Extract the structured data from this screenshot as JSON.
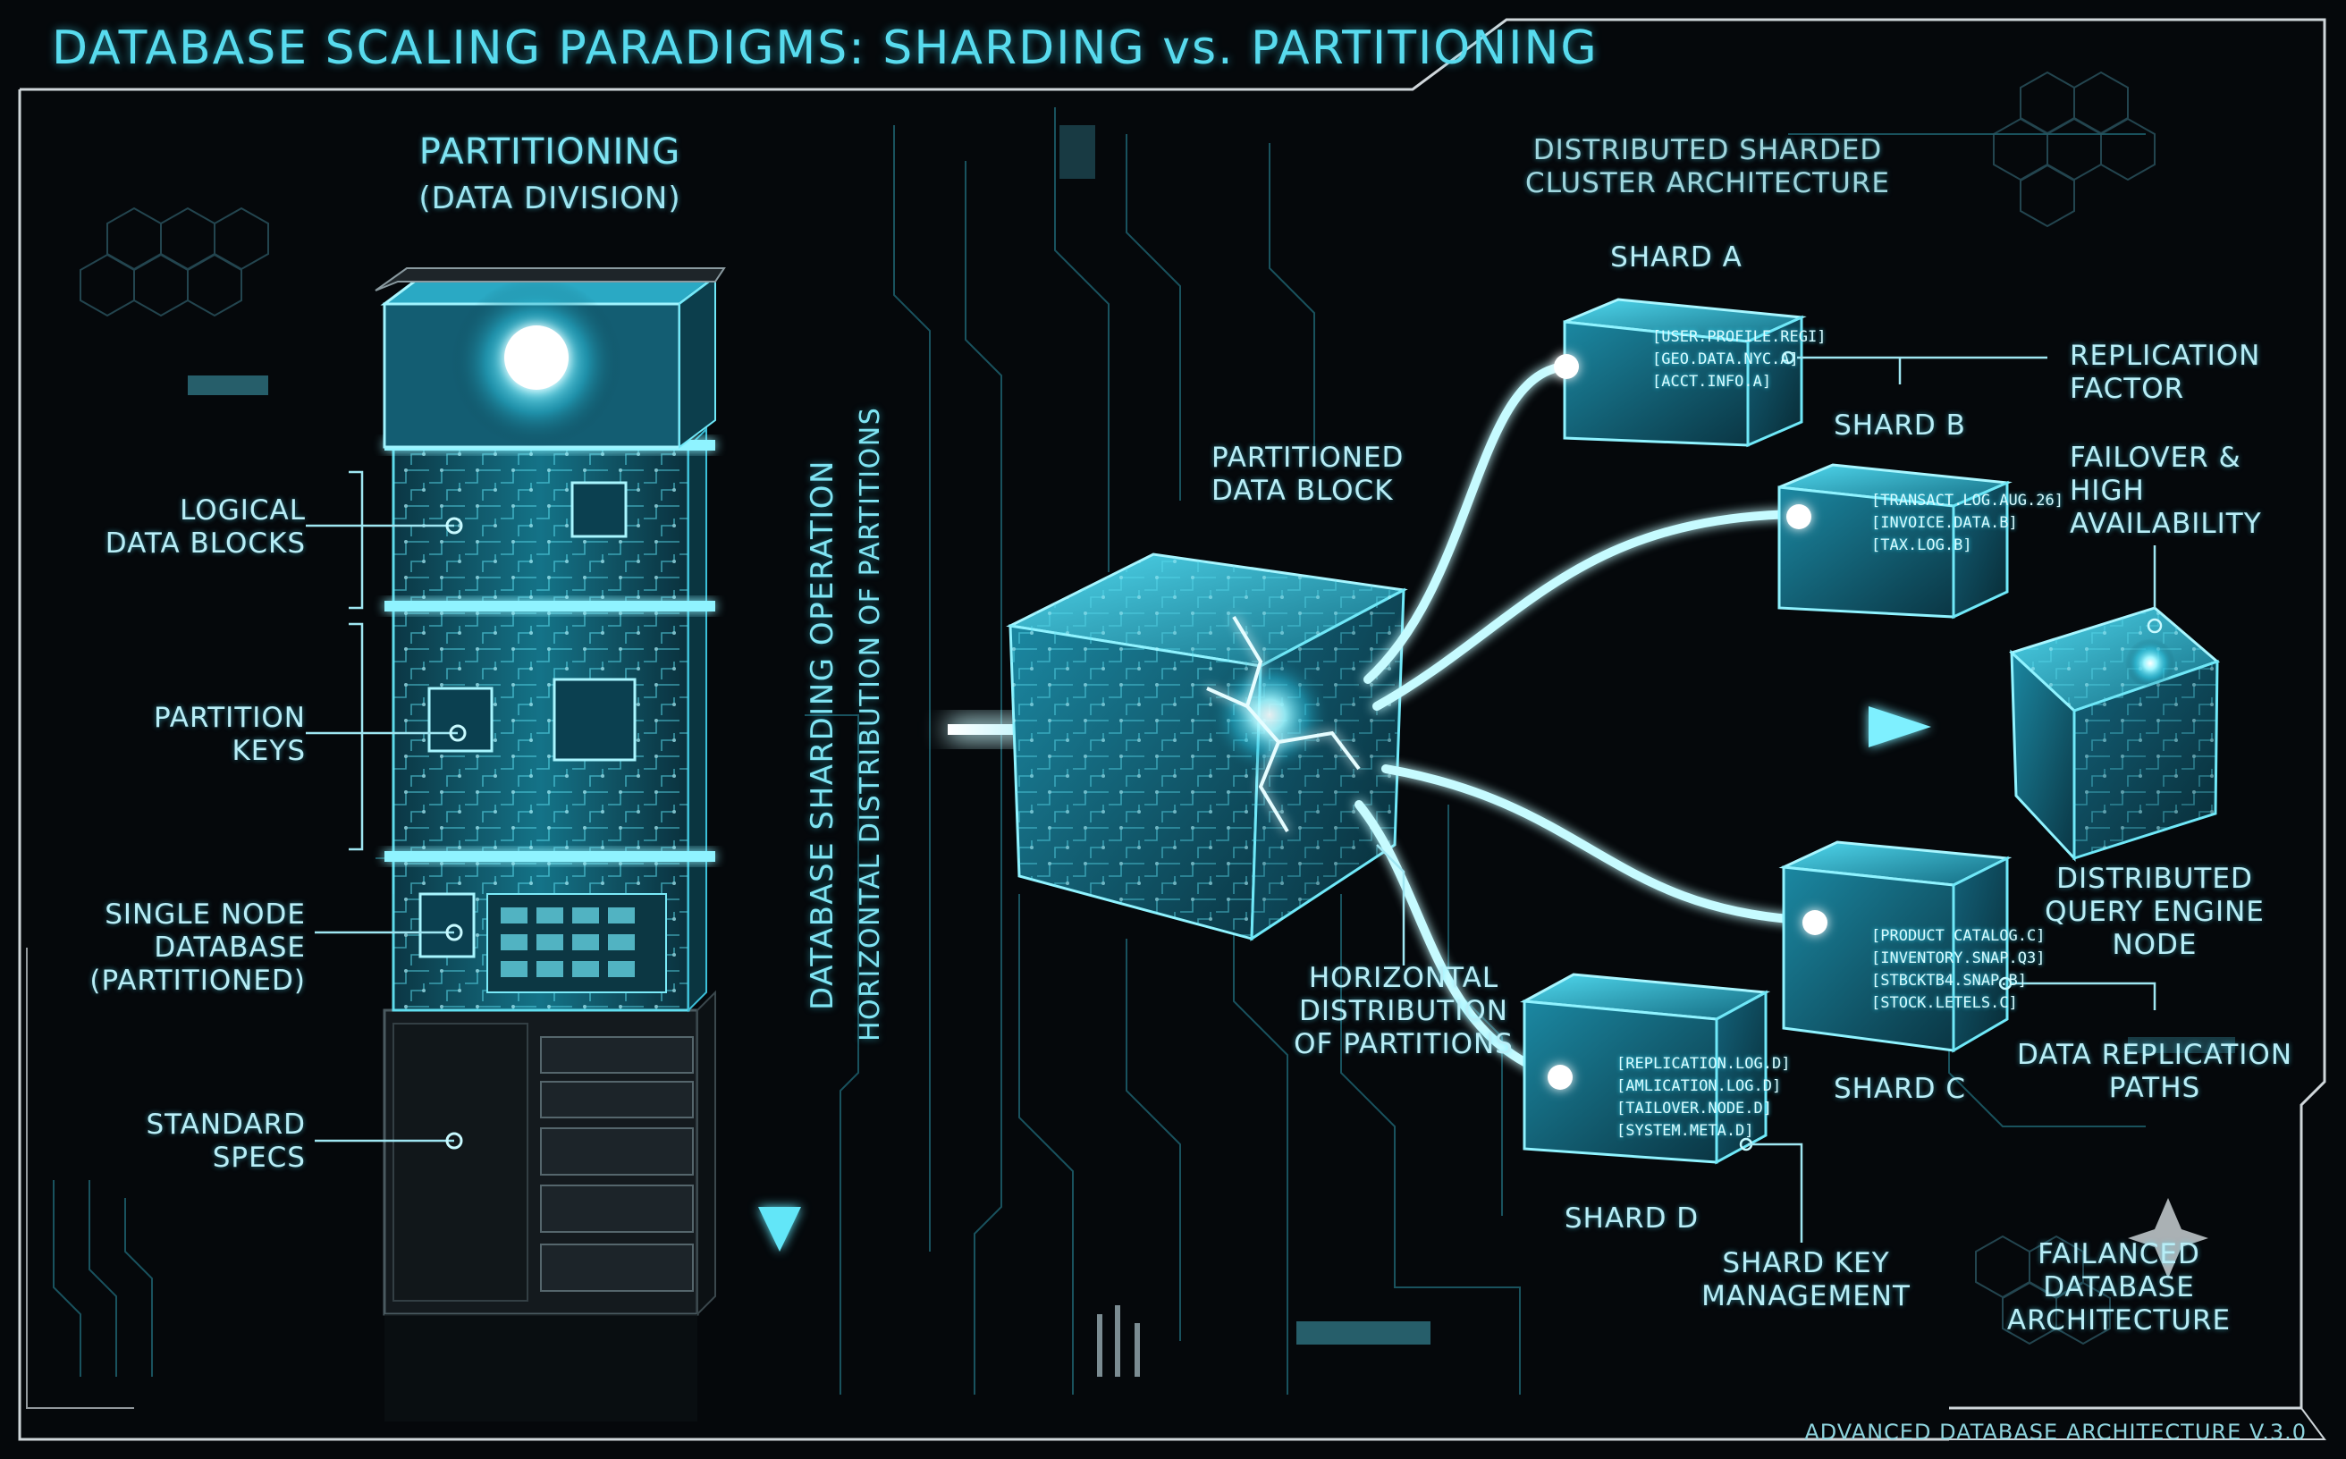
{
  "title": "DATABASE SCALING PARADIGMS: SHARDING vs. PARTITIONING",
  "partitioning": {
    "heading": "PARTITIONING",
    "subheading": "(DATA DIVISION)"
  },
  "tower_labels": {
    "logical": [
      "LOGICAL",
      "DATA BLOCKS"
    ],
    "keys": [
      "PARTITION",
      "KEYS"
    ],
    "single_node": [
      "SINGLE NODE",
      "DATABASE",
      "(PARTITIONED)"
    ],
    "specs": [
      "STANDARD",
      "SPECS"
    ]
  },
  "sharding_operation": [
    "DATABASE SHARDING OPERATION",
    "HORIZONTAL DISTRIBUTION OF PARTITIONS"
  ],
  "cluster_title": [
    "DISTRIBUTED SHARDED",
    "CLUSTER ARCHITECTURE"
  ],
  "partitioned_block": [
    "PARTITIONED",
    "DATA BLOCK"
  ],
  "horizontal_distribution": [
    "HORIZONTAL",
    "DISTRIBUTION",
    "OF PARTITIONS"
  ],
  "shards": {
    "a": {
      "name": "SHARD A",
      "lines": [
        "[USER.PROFILE.REGI]",
        "[GEO.DATA.NYC.A]",
        "[ACCT.INFO.A]"
      ]
    },
    "b": {
      "name": "SHARD B",
      "lines": [
        "[TRANSACT.LOG.AUG.26]",
        "[INVOICE.DATA.B]",
        "[TAX.LOG.B]"
      ]
    },
    "c": {
      "name": "SHARD C",
      "lines": [
        "[PRODUCT CATALOG.C]",
        "[INVENTORY.SNAP.Q3]",
        "[STBCKTB4.SNAP.B]",
        "[STOCK.LETELS.C]"
      ]
    },
    "d": {
      "name": "SHARD D",
      "lines": [
        "[REPLICATION.LOG.D]",
        "[AMLICATION.LOG.D]",
        "[TAILOVER.NODE.D]",
        "[SYSTEM.META.D]"
      ]
    }
  },
  "right_labels": {
    "replication_factor": [
      "REPLICATION",
      "FACTOR"
    ],
    "failover": [
      "FAILOVER &",
      "HIGH",
      "AVAILABILITY"
    ],
    "query_engine": [
      "DISTRIBUTED",
      "QUERY ENGINE",
      "NODE"
    ],
    "replication_paths": [
      "DATA REPLICATION",
      "PATHS"
    ],
    "shard_key": [
      "SHARD KEY",
      "MANAGEMENT"
    ],
    "failanced": [
      "FAILANCED",
      "DATABASE",
      "ARCHITECTURE"
    ]
  },
  "footer": "ADVANCED DATABASE ARCHITECTURE V.3.0",
  "colors": {
    "accent": "#3fd9f0",
    "glow": "#7af4ff",
    "background": "#05080b",
    "frame": "#cfd6da"
  }
}
